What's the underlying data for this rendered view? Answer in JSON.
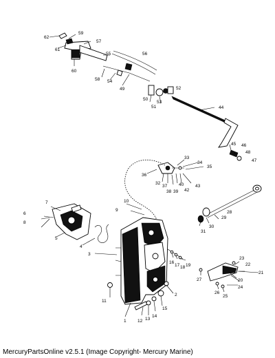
{
  "footer": {
    "text": "MercuryPartsOnline v2.5.1 (Image Copyright- Mercury Marine)"
  },
  "callouts": {
    "c1": "1",
    "c2": "2",
    "c3": "3",
    "c4": "4",
    "c5": "5",
    "c6": "6",
    "c7": "7",
    "c8": "8",
    "c9": "9",
    "c10": "10",
    "c11": "11",
    "c12": "12",
    "c13": "13",
    "c14": "14",
    "c15": "15",
    "c16": "16",
    "c17": "17",
    "c18": "18",
    "c19": "19",
    "c20": "20",
    "c21": "21",
    "c22": "22",
    "c23": "23",
    "c24": "24",
    "c25": "25",
    "c26": "26",
    "c27": "27",
    "c28": "28",
    "c29": "29",
    "c30": "30",
    "c31": "31",
    "c32": "32",
    "c33": "33",
    "c34": "34",
    "c35": "35",
    "c36": "36",
    "c37": "37",
    "c38": "38",
    "c39": "39",
    "c40": "40",
    "c42": "42",
    "c43": "43",
    "c44": "44",
    "c45": "45",
    "c46": "46",
    "c47": "47",
    "c48": "48",
    "c49": "49",
    "c50": "50",
    "c51": "51",
    "c52": "52",
    "c53": "53",
    "c54": "54",
    "c55": "55",
    "c56": "56",
    "c57": "57",
    "c58": "58",
    "c59": "59",
    "c60": "60",
    "c61": "61",
    "c62": "62"
  }
}
